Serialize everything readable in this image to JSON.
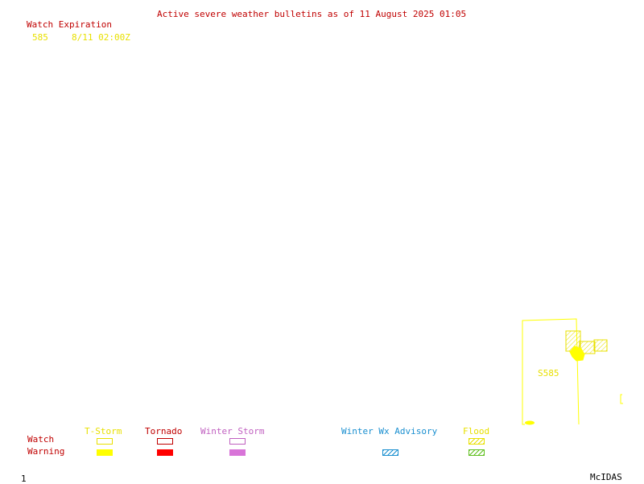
{
  "header": {
    "title": "Active severe weather bulletins as of 11 August 2025 01:05",
    "watch_expiration_label": "Watch Expiration",
    "watch_number": "585",
    "watch_expiration_time": "8/11 02:00Z"
  },
  "map": {
    "watch_box_label": "S585"
  },
  "legend": {
    "row_labels": {
      "watch": "Watch",
      "warning": "Warning"
    },
    "categories": [
      {
        "label": "T-Storm",
        "color": "#ffff00"
      },
      {
        "label": "Tornado",
        "color": "#ff0000"
      },
      {
        "label": "Winter Storm",
        "color": "#d874d8"
      },
      {
        "label": "Winter Wx Advisory",
        "color": "#1a8fd0"
      },
      {
        "label": "Flood",
        "color": "#e8e000"
      }
    ]
  },
  "footer": {
    "frame_number": "1",
    "software": "McIDAS"
  }
}
